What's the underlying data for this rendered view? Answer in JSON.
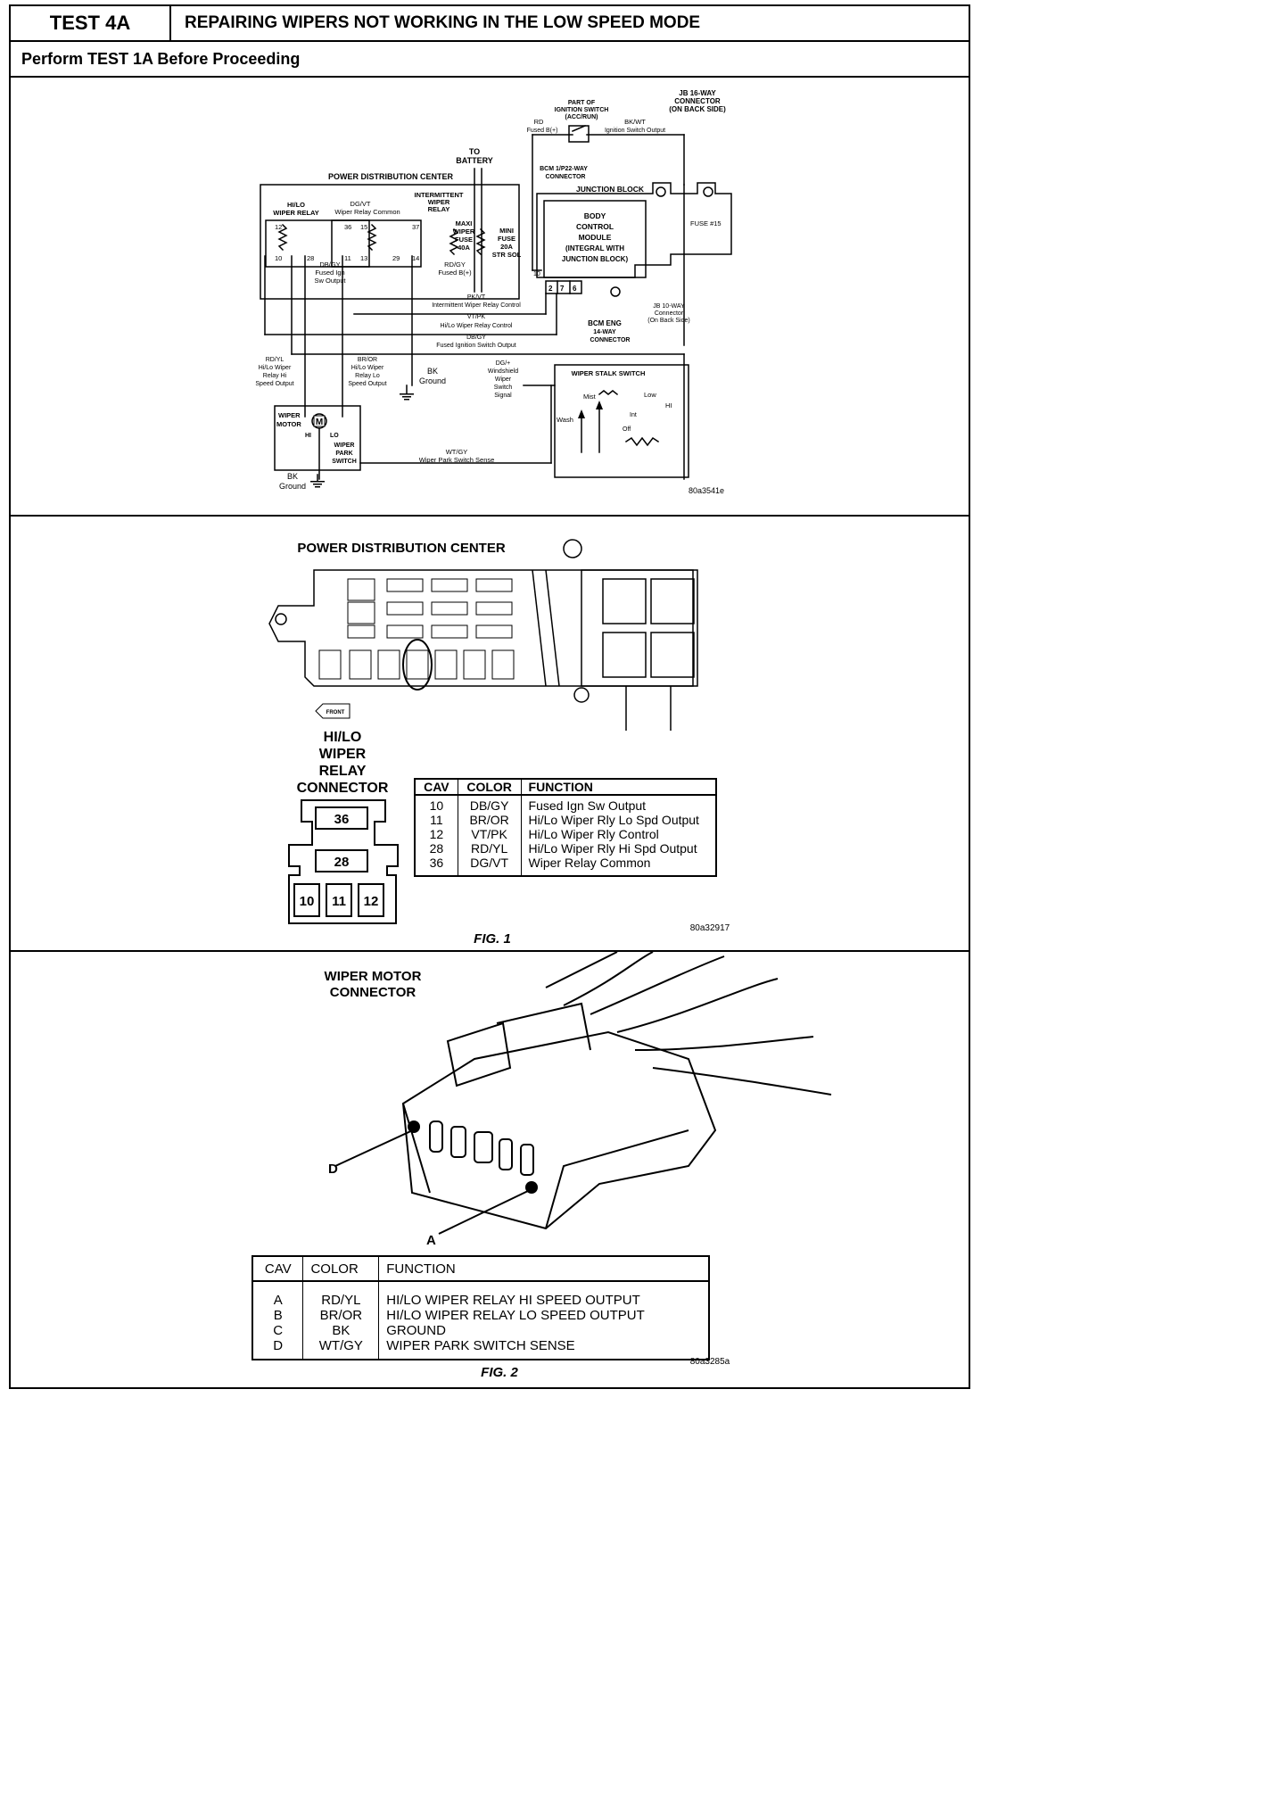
{
  "header": {
    "test_id": "TEST 4A",
    "title": "REPAIRING WIPERS NOT WORKING IN THE LOW SPEED MODE",
    "subtitle": "Perform TEST 1A Before Proceeding"
  },
  "schematic": {
    "pdc_label": "POWER DISTRIBUTION CENTER",
    "to_battery": [
      "TO",
      "BATTERY"
    ],
    "hilo_relay": [
      "HI/LO",
      "WIPER RELAY"
    ],
    "relay_common": [
      "DG/VT",
      "Wiper Relay Common"
    ],
    "intermittent_relay": [
      "INTERMITTENT",
      "WIPER",
      "RELAY"
    ],
    "maxi_fuse": [
      "MAXI",
      "WIPER",
      "FUSE",
      "40A"
    ],
    "mini_fuse": [
      "MINI",
      "FUSE",
      "20A",
      "STR SOL"
    ],
    "fused_b_wire": [
      "RD/GY",
      "Fused B(+)"
    ],
    "fused_ign_wire": [
      "DB/GY",
      "Fused Ign",
      "Sw Output"
    ],
    "pins": [
      "12",
      "10",
      "28",
      "36",
      "11",
      "15",
      "13",
      "29",
      "37",
      "14"
    ],
    "ign_switch": [
      "PART OF",
      "IGNITION SWITCH",
      "(ACC/RUN)"
    ],
    "rd_fused": [
      "RD",
      "Fused B(+)"
    ],
    "bkwt_output": [
      "BK/WT",
      "Ignition Switch Output"
    ],
    "jb16": [
      "JB 16-WAY",
      "CONNECTOR",
      "(ON BACK SIDE)"
    ],
    "bcm22": [
      "BCM 1/P22-WAY",
      "CONNECTOR"
    ],
    "junction_block": "JUNCTION BLOCK",
    "bcm": [
      "BODY",
      "CONTROL",
      "MODULE",
      "(INTEGRAL WITH",
      "JUNCTION BLOCK)"
    ],
    "fuse15": "FUSE #15",
    "bcm_pins": [
      "10",
      "2",
      "7",
      "6"
    ],
    "jb10": [
      "JB 10-WAY",
      "Connector",
      "(On Back Side)"
    ],
    "bcm_eng": [
      "BCM ENG",
      "14-WAY",
      "CONNECTOR"
    ],
    "wire_pkvt": [
      "PK/VT",
      "Intermittent Wiper Relay Control"
    ],
    "wire_vtpk": [
      "VT/PK",
      "Hi/Lo Wiper Relay Control"
    ],
    "wire_dbgy": [
      "DB/GY",
      "Fused Ignition Switch Output"
    ],
    "wire_rdyl": [
      "RD/YL",
      "Hi/Lo Wiper",
      "Relay Hi",
      "Speed Output"
    ],
    "wire_bror": [
      "BR/OR",
      "Hi/Lo Wiper",
      "Relay Lo",
      "Speed Output"
    ],
    "bk_ground": [
      "BK",
      "Ground"
    ],
    "dg_signal": [
      "DG/+",
      "Windshield",
      "Wiper",
      "Switch",
      "Signal"
    ],
    "stalk": "WIPER STALK SWITCH",
    "stalk_labels": [
      "Mist",
      "Low",
      "HI",
      "Int",
      "Off",
      "Wash"
    ],
    "motor": [
      "WIPER",
      "MOTOR"
    ],
    "motor_m": "M",
    "motor_hi": "HI",
    "motor_lo": "LO",
    "park_switch": [
      "WIPER",
      "PARK",
      "SWITCH"
    ],
    "wtgy": [
      "WT/GY",
      "Wiper Park Switch Sense"
    ],
    "motor_ground": [
      "BK",
      "Ground"
    ],
    "code": "80a3541e"
  },
  "fig1": {
    "pdc_title": "POWER DISTRIBUTION CENTER",
    "front": "FRONT",
    "connector_title": [
      "HI/LO",
      "WIPER",
      "RELAY",
      "CONNECTOR"
    ],
    "pins": [
      "36",
      "28",
      "10",
      "11",
      "12"
    ],
    "table_headers": [
      "CAV",
      "COLOR",
      "FUNCTION"
    ],
    "table_rows": [
      [
        "10",
        "DB/GY",
        "Fused Ign Sw Output"
      ],
      [
        "11",
        "BR/OR",
        "Hi/Lo Wiper Rly Lo Spd Output"
      ],
      [
        "12",
        "VT/PK",
        "Hi/Lo Wiper Rly Control"
      ],
      [
        "28",
        "RD/YL",
        "Hi/Lo Wiper Rly Hi Spd Output"
      ],
      [
        "36",
        "DG/VT",
        "Wiper Relay Common"
      ]
    ],
    "code": "80a32917",
    "caption": "FIG. 1"
  },
  "fig2": {
    "title": [
      "WIPER MOTOR",
      "CONNECTOR"
    ],
    "label_d": "D",
    "label_a": "A",
    "table_headers": [
      "CAV",
      "COLOR",
      "FUNCTION"
    ],
    "table_rows": [
      [
        "A",
        "RD/YL",
        "HI/LO WIPER RELAY HI SPEED OUTPUT"
      ],
      [
        "B",
        "BR/OR",
        "HI/LO WIPER RELAY LO SPEED OUTPUT"
      ],
      [
        "C",
        "BK",
        "GROUND"
      ],
      [
        "D",
        "WT/GY",
        "WIPER PARK SWITCH SENSE"
      ]
    ],
    "code": "80a3285a",
    "caption": "FIG. 2"
  }
}
